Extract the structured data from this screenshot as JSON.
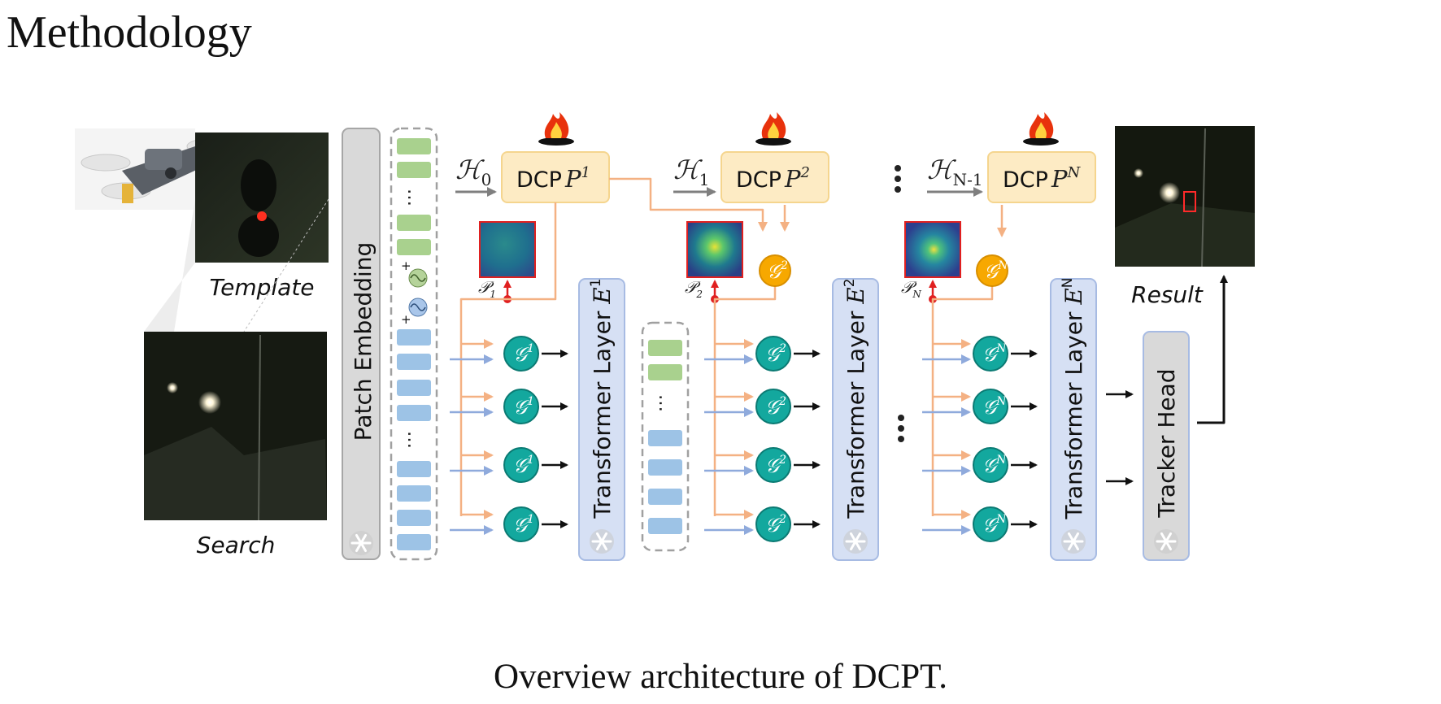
{
  "slide_title": "Methodology",
  "caption": "Overview architecture of DCPT.",
  "inputs": {
    "template_label": "Template",
    "search_label": "Search",
    "result_label": "Result"
  },
  "patch_embedding_label": "Patch  Embedding",
  "ellipsis": "…",
  "stages": [
    {
      "h_base": "ℋ",
      "h_sub": "0",
      "dcp": "DCP",
      "p_base": "P",
      "p_sup": "1",
      "prompt_base": "𝒫",
      "prompt_sub": "1",
      "g_sup": "1",
      "layer_label": "Transformer Layer",
      "e_base": "E",
      "e_sup": "1"
    },
    {
      "h_base": "ℋ",
      "h_sub": "1",
      "dcp": "DCP",
      "p_base": "P",
      "p_sup": "2",
      "prompt_base": "𝒫",
      "prompt_sub": "2",
      "g_sup": "2",
      "layer_label": "Transformer Layer",
      "e_base": "E",
      "e_sup": "2"
    },
    {
      "h_base": "ℋ",
      "h_sub": "N-1",
      "dcp": "DCP",
      "p_base": "P",
      "p_sup": "N",
      "prompt_base": "𝒫",
      "prompt_sub": "N",
      "g_sup": "N",
      "layer_label": "Transformer Layer",
      "e_base": "E",
      "e_sup": "N"
    }
  ],
  "g_base": "𝒢",
  "tracker_head_label": "Tracker Head",
  "colors": {
    "dcp_fill": "#fdebc4",
    "dcp_stroke": "#f5d58e",
    "transformer_fill": "#d6e0f4",
    "transformer_stroke": "#a7bbe3",
    "gray_fill": "#d9d9d9",
    "gray_stroke": "#a6a6a6",
    "green_token": "#a9d18e",
    "blue_token": "#9dc3e6",
    "g_node": "#13a89e",
    "g_node_stroke": "#0b7a73",
    "g_merge": "#f7a800",
    "orange_line": "#f4b183",
    "blue_arrow": "#8faadc",
    "red": "#e02020"
  },
  "icons": [
    "drone-icon",
    "fire-icon",
    "snowflake-icon",
    "sine-wave-icon"
  ]
}
